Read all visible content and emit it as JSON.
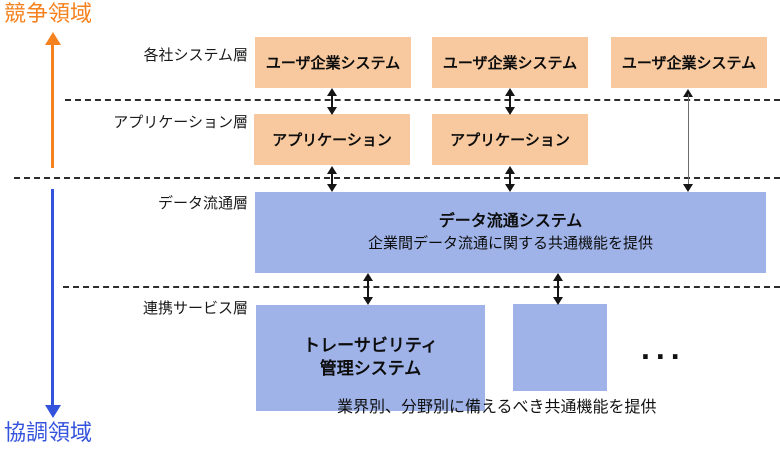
{
  "regions": {
    "competitive": "競争領域",
    "cooperative": "協調領域"
  },
  "layers": [
    {
      "label": "各社システム層"
    },
    {
      "label": "アプリケーション層"
    },
    {
      "label": "データ流通層"
    },
    {
      "label": "連携サービス層"
    }
  ],
  "boxes": {
    "user_company_system": "ユーザ企業システム",
    "application": "アプリケーション",
    "data_distribution_title": "データ流通システム",
    "data_distribution_subtitle": "企業間データ流通に関する共通機能を提供",
    "traceability_line1": "トレーサビリティ",
    "traceability_line2": "管理システム",
    "ellipsis": "..."
  },
  "caption": "業界別、分野別に備えるべき共通機能を提供",
  "colors": {
    "competitive_accent": "#F5821E",
    "cooperative_accent": "#3453DC",
    "box_orange": "#F8C99E",
    "box_blue": "#9FB3E8"
  }
}
